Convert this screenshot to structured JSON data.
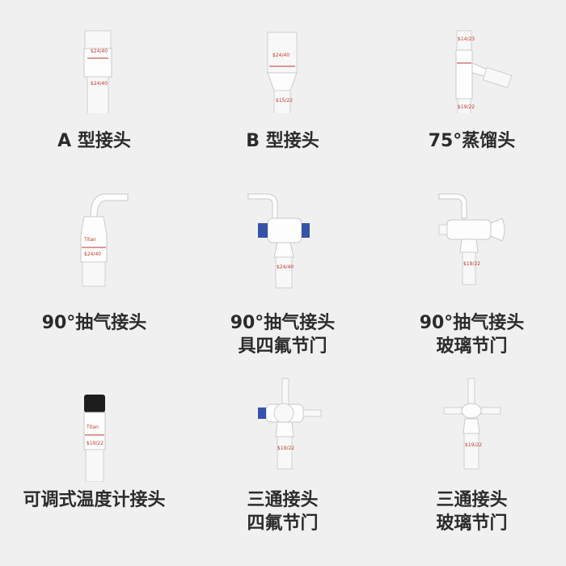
{
  "items": [
    {
      "lines": [
        "A 型接头",
        ""
      ],
      "marks": [
        "$24/40",
        "$24/40"
      ]
    },
    {
      "lines": [
        "B 型接头",
        ""
      ],
      "marks": [
        "$24/40",
        "$15/22"
      ]
    },
    {
      "lines": [
        "75°蒸馏头",
        ""
      ],
      "marks": [
        "$14/23",
        "$19/22"
      ]
    },
    {
      "lines": [
        "90°抽气接头",
        ""
      ],
      "marks": [
        "Titan",
        "$24/40"
      ]
    },
    {
      "lines": [
        "90°抽气接头",
        "具四氟节门"
      ],
      "marks": [
        "$24/40"
      ]
    },
    {
      "lines": [
        "90°抽气接头",
        "玻璃节门"
      ],
      "marks": [
        "$19/22"
      ]
    },
    {
      "lines": [
        "可调式温度计接头",
        ""
      ],
      "marks": [
        "Titan",
        "$19/22"
      ]
    },
    {
      "lines": [
        "三通接头",
        "四氟节门"
      ],
      "marks": [
        "$19/22"
      ]
    },
    {
      "lines": [
        "三通接头",
        "玻璃节门"
      ],
      "marks": [
        "$19/22"
      ]
    }
  ],
  "colors": {
    "background": "#f0f0f0",
    "caption": "#2b2b2b",
    "graduation": "#c0392b",
    "ptfe_valve": "#3553a8"
  }
}
